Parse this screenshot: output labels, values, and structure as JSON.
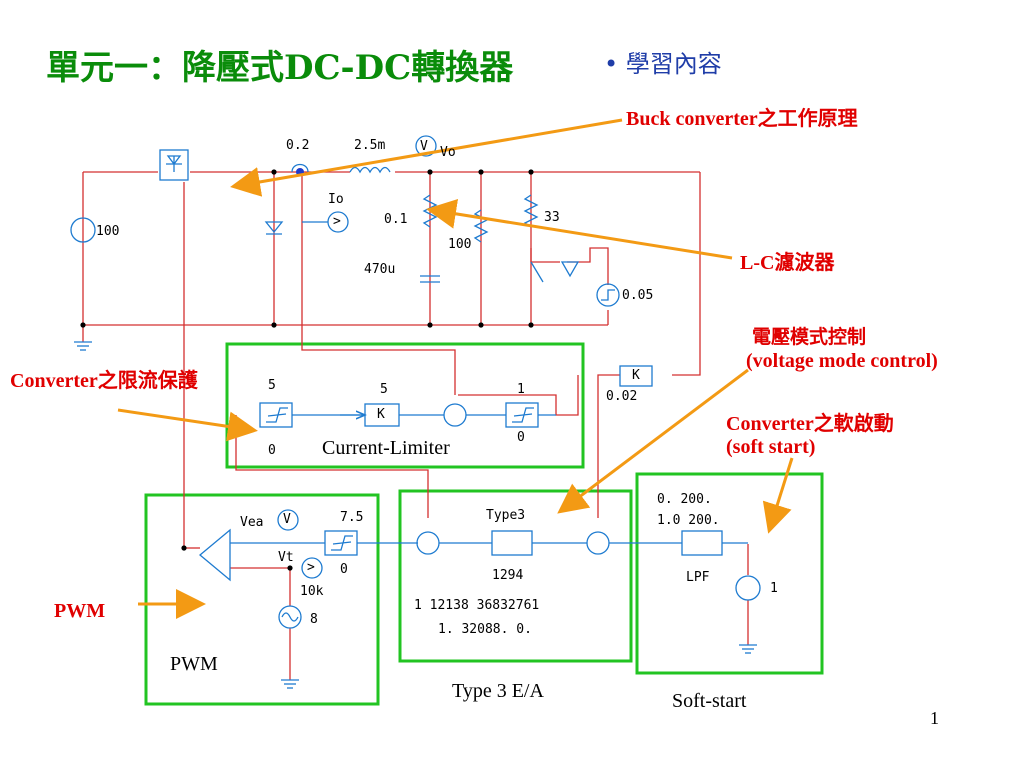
{
  "slide": {
    "title": "單元一：降壓式DC-DC轉換器",
    "bullet": "• 學習內容",
    "page_number": "1"
  },
  "annotations": {
    "buck": "Buck converter之工作原理",
    "lc": "L-C濾波器",
    "vmc_cn": "電壓模式控制",
    "vmc_en": "(voltage mode control)",
    "current_limit": "Converter之限流保護",
    "soft_cn": "Converter之軟啟動",
    "soft_en": "(soft start)",
    "pwm": "PWM"
  },
  "block_labels": {
    "current_limiter": "Current-Limiter",
    "pwm": "PWM",
    "type3": "Type 3 E/A",
    "softstart": "Soft-start"
  },
  "circuit": {
    "source_v": "100",
    "switch_r": "0.2",
    "inductor": "2.5m",
    "vo_probe": "V",
    "vo_label": "Vo",
    "io_probe": ">",
    "io_label": "Io",
    "esr": "0.1",
    "cap": "470u",
    "load1": "100",
    "load2": "33",
    "step_t": "0.05",
    "vfb_gain": "K",
    "vfb_gain_val": "0.02",
    "lim_hi": "5",
    "lim_lo": "0",
    "k_gain": "K",
    "k_val": "5",
    "lim2_hi": "1",
    "lim2_lo": "0",
    "vea_label": "Vea",
    "vea_probe": "V",
    "vt_label": "Vt",
    "vt_probe": ">",
    "lim3_hi": "7.5",
    "lim3_lo": "0",
    "tri_f": "10k",
    "tri_v": "8",
    "type3_label": "Type3",
    "type3_p1": "1294",
    "type3_p2": "1 12138   36832761",
    "type3_p3": "1. 32088. 0.",
    "lpf_p1": "0. 200.",
    "lpf_p2": "1.0 200.",
    "lpf_label": "LPF",
    "dc_ref": "1"
  },
  "colors": {
    "wire": "#d43030",
    "box": "#1e7bd0",
    "frame": "#22c422",
    "arrow": "#f39a14",
    "title": "#0a8c0a",
    "annotation": "#e00000",
    "bullet": "#1f3da8"
  }
}
